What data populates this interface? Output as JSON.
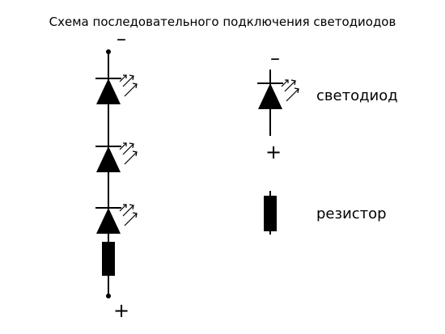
{
  "title": "Схема последовательного подключения светодиодов",
  "circuit": {
    "top_sign": "–",
    "bottom_sign": "+",
    "led_count": 3,
    "resistor_count": 1
  },
  "legend": {
    "led": {
      "label": "светодиод",
      "minus": "–",
      "plus": "+"
    },
    "resistor": {
      "label": "резистор"
    }
  }
}
